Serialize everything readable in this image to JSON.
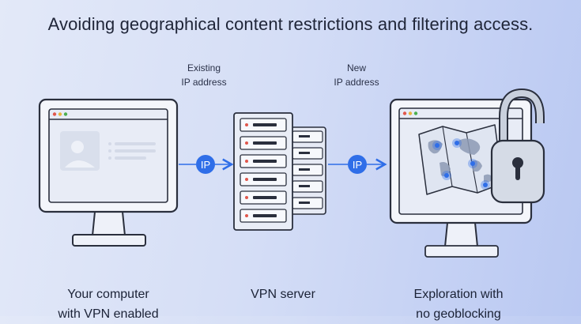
{
  "title": "Avoiding geographical content restrictions and filtering access.",
  "labels": {
    "existing_line1": "Existing",
    "existing_line2": "IP address",
    "new_line1": "New",
    "new_line2": "IP address"
  },
  "nodes": {
    "computer_caption_line1": "Your computer",
    "computer_caption_line2": "with VPN enabled",
    "server_caption": "VPN server",
    "exploration_caption_line1": "Exploration with",
    "exploration_caption_line2": "no geoblocking"
  },
  "badges": {
    "ip_badge": "IP"
  },
  "colors": {
    "accent_blue": "#2f6ee8",
    "outline": "#2a2f3d",
    "screen_fill": "#eef1f9",
    "lock_fill": "#d5dbe6"
  }
}
